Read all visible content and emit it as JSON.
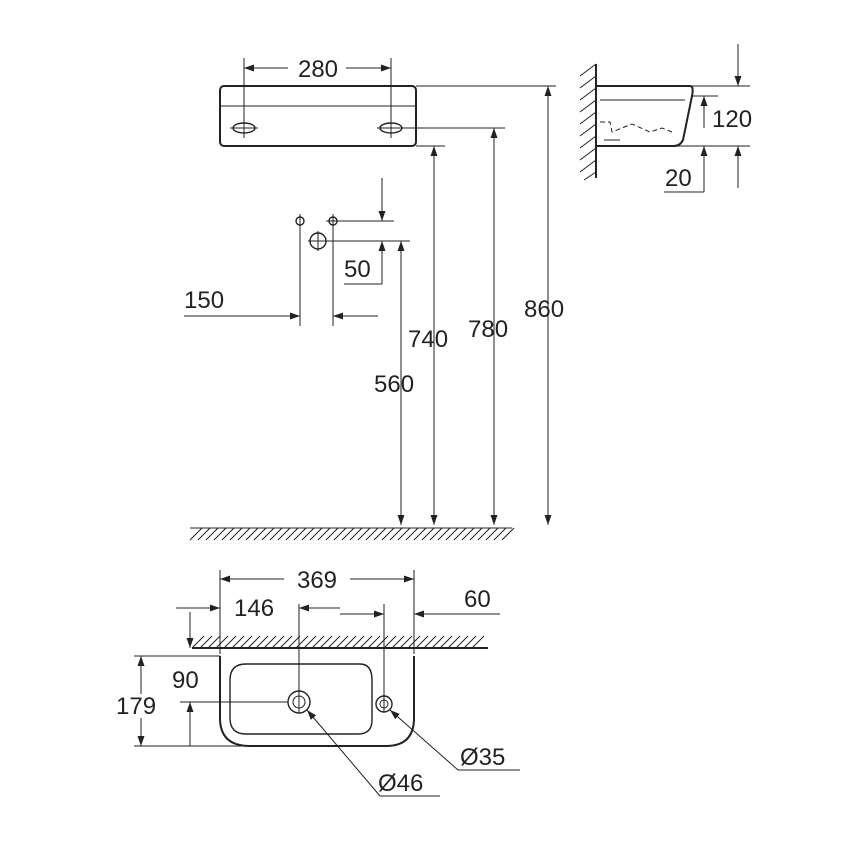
{
  "dimensions": {
    "front_hole_spacing": "280",
    "bowl_height": "120",
    "rim_thickness": "20",
    "inlet_offset": "50",
    "inlet_spacing": "150",
    "height_740": "740",
    "height_780": "780",
    "height_860": "860",
    "height_560": "560",
    "overall_width": "369",
    "waste_offset": "146",
    "tap_offset": "60",
    "waste_depth": "90",
    "overall_depth": "179",
    "tap_hole_dia": "Ø35",
    "waste_hole_dia": "Ø46"
  }
}
